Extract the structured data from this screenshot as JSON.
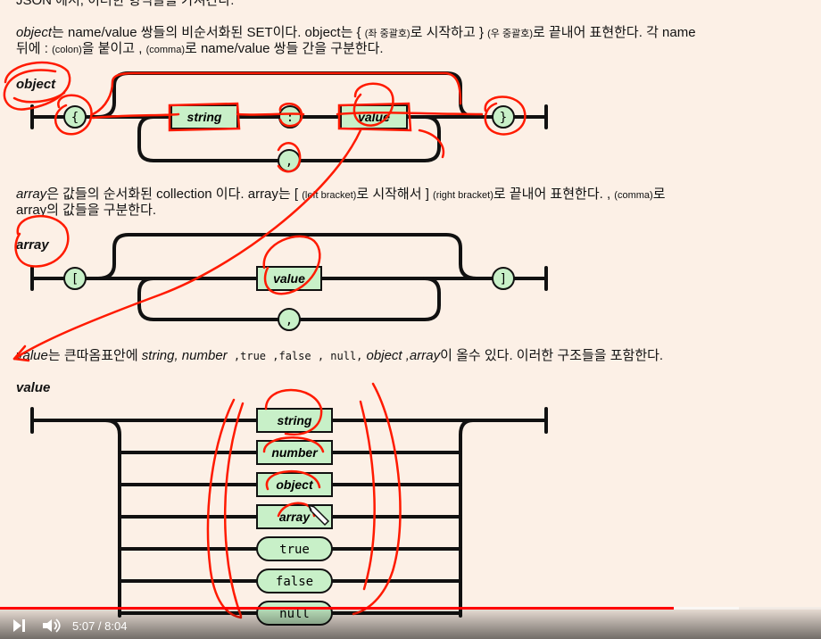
{
  "page": {
    "top_line": "JSON 에서, 이러한 형식들을 가져간다:",
    "object_desc_line1": {
      "a_italic": "object",
      "b": "는 name/value 쌍들의 비순서화된 SET이다. object는 { ",
      "c_small": "(좌 중괄호)",
      "d": "로 시작하고 } ",
      "e_small": "(우 중괄호)",
      "f": "로 끝내어 표현한다. 각 name"
    },
    "object_desc_line2": {
      "a": "뒤에 : ",
      "b_small": "(colon)",
      "c": "을 붙이고 , ",
      "d_small": "(comma)",
      "e": "로 name/value 쌍들 간을 구분한다."
    },
    "array_desc_line1": {
      "a_italic": "array",
      "b": "은 값들의 순서화된 collection 이다. array는 [ ",
      "c_small": "(left bracket)",
      "d": "로 시작해서 ] ",
      "e_small": "(right bracket)",
      "f": "로 끝내어 표현한다. , ",
      "g_small": "(comma)",
      "h": "로"
    },
    "array_desc_line2": "array의 값들을 구분한다.",
    "value_desc_line": {
      "a_italic": "value",
      "b": "는 큰따옴표안에 ",
      "c_italic": "string, number",
      "d_mono": " ,true ,false , null,",
      "e_italic": " object ,array",
      "f": "이 올수 있다. 이러한 구조들을 포함한다."
    }
  },
  "object_diagram": {
    "label": "object",
    "open": "{",
    "string": "string",
    "colon": ":",
    "value": "value",
    "comma": ",",
    "close": "}"
  },
  "array_diagram": {
    "label": "array",
    "open": "[",
    "value": "value",
    "comma": ",",
    "close": "]"
  },
  "value_diagram": {
    "label": "value",
    "options": [
      "string",
      "number",
      "object",
      "array",
      "true",
      "false",
      "null"
    ]
  },
  "player": {
    "time_current": "5:07",
    "time_separator": " / ",
    "time_total": "8:04",
    "progress_fraction": 0.8202,
    "buffer_fraction": 0.9,
    "accent_color": "#ff0000",
    "play_icon": "play-icon",
    "volume_icon": "volume-icon"
  },
  "colors": {
    "background": "#fcf0e6",
    "box_fill": "#c8f0c8",
    "annotation_red": "#ff1a00"
  }
}
